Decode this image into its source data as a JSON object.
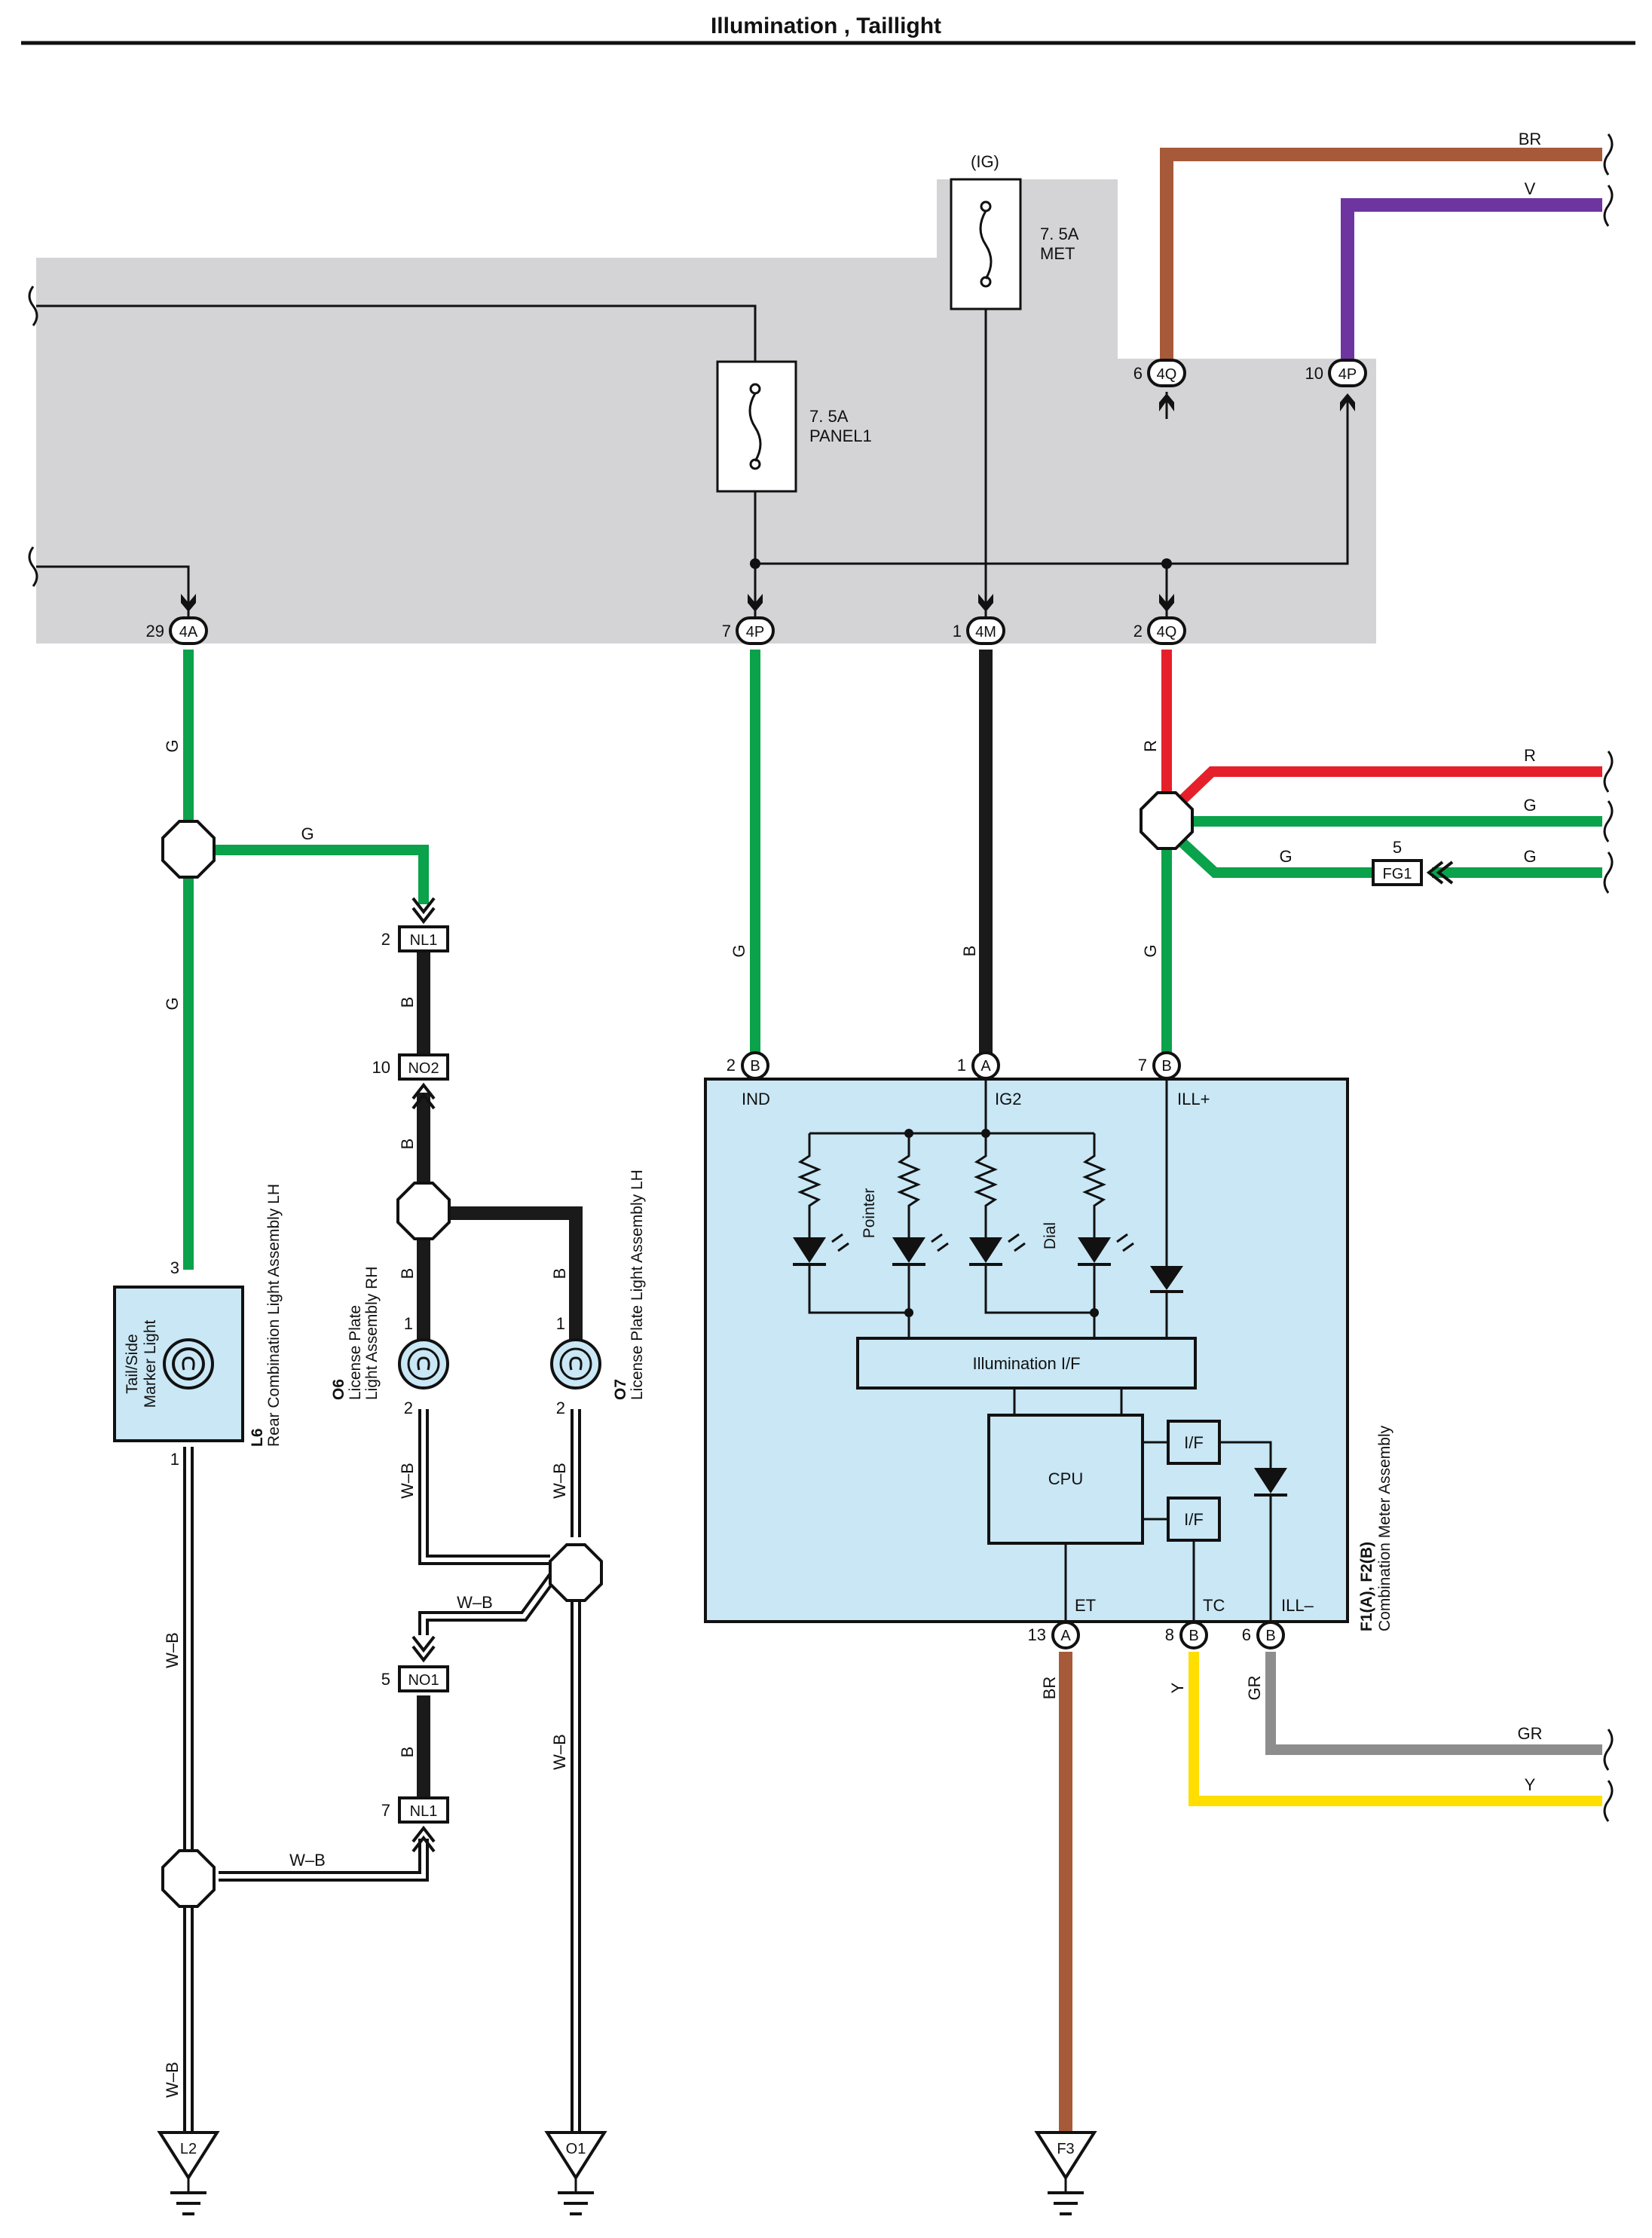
{
  "title": "Illumination , Taillight",
  "colors": {
    "G": "#0aa24a",
    "B": "#1a1a1a",
    "R": "#e6202a",
    "BR": "#a65a3a",
    "V": "#6e35a0",
    "GR": "#8d8d8d",
    "Y": "#ffde00",
    "meter_fill": "#c9e7f5",
    "junction_box_fill": "#d4d4d6"
  },
  "fuses": {
    "met": {
      "amp": "7. 5A",
      "name": "MET",
      "source": "(IG)"
    },
    "panel1": {
      "amp": "7. 5A",
      "name": "PANEL1"
    }
  },
  "junction_connectors": {
    "c4a": {
      "pin": "29",
      "label": "4A"
    },
    "c4p_bottom": {
      "pin": "7",
      "label": "4P"
    },
    "c4m": {
      "pin": "1",
      "label": "4M"
    },
    "c4q_bottom": {
      "pin": "2",
      "label": "4Q"
    },
    "c4q_top": {
      "pin": "6",
      "label": "4Q"
    },
    "c4p_top": {
      "pin": "10",
      "label": "4P"
    }
  },
  "connectors": {
    "nl1_top": {
      "pin": "2",
      "label": "NL1"
    },
    "no2": {
      "pin": "10",
      "label": "NO2"
    },
    "no1": {
      "pin": "5",
      "label": "NO1"
    },
    "nl1_bottom": {
      "pin": "7",
      "label": "NL1"
    },
    "fg1": {
      "pin": "5",
      "label": "FG1"
    }
  },
  "wire_labels": {
    "br": "BR",
    "v": "V",
    "g": "G",
    "b": "B",
    "r": "R",
    "wb": "W–B",
    "y": "Y",
    "gr": "GR"
  },
  "components": {
    "l6": {
      "ref": "L6",
      "name": "Rear Combination Light Assembly LH",
      "inner_line1": "Tail/Side",
      "inner_line2": "Marker Light",
      "pin_top": "3",
      "pin_bottom": "1"
    },
    "o6": {
      "ref": "O6",
      "name_line1": "License Plate",
      "name_line2": "Light Assembly RH",
      "pin_top": "1",
      "pin_bottom": "2"
    },
    "o7": {
      "ref": "O7",
      "name": "License Plate Light Assembly LH",
      "pin_top": "1",
      "pin_bottom": "2"
    },
    "meter": {
      "ref": "F1(A), F2(B)",
      "name": "Combination Meter Assembly",
      "terminals": {
        "ind": {
          "pin": "2",
          "conn": "B",
          "name": "IND"
        },
        "ig2": {
          "pin": "1",
          "conn": "A",
          "name": "IG2"
        },
        "ill_plus": {
          "pin": "7",
          "conn": "B",
          "name": "ILL+"
        },
        "et": {
          "pin": "13",
          "conn": "A",
          "name": "ET"
        },
        "tc": {
          "pin": "8",
          "conn": "B",
          "name": "TC"
        },
        "ill_minus": {
          "pin": "6",
          "conn": "B",
          "name": "ILL–"
        }
      },
      "led_labels": {
        "pointer": "Pointer",
        "dial": "Dial"
      },
      "illumination_if": "Illumination I/F",
      "cpu": "CPU",
      "if": "I/F"
    }
  },
  "grounds": {
    "l2": "L2",
    "o1": "O1",
    "f3": "F3"
  }
}
